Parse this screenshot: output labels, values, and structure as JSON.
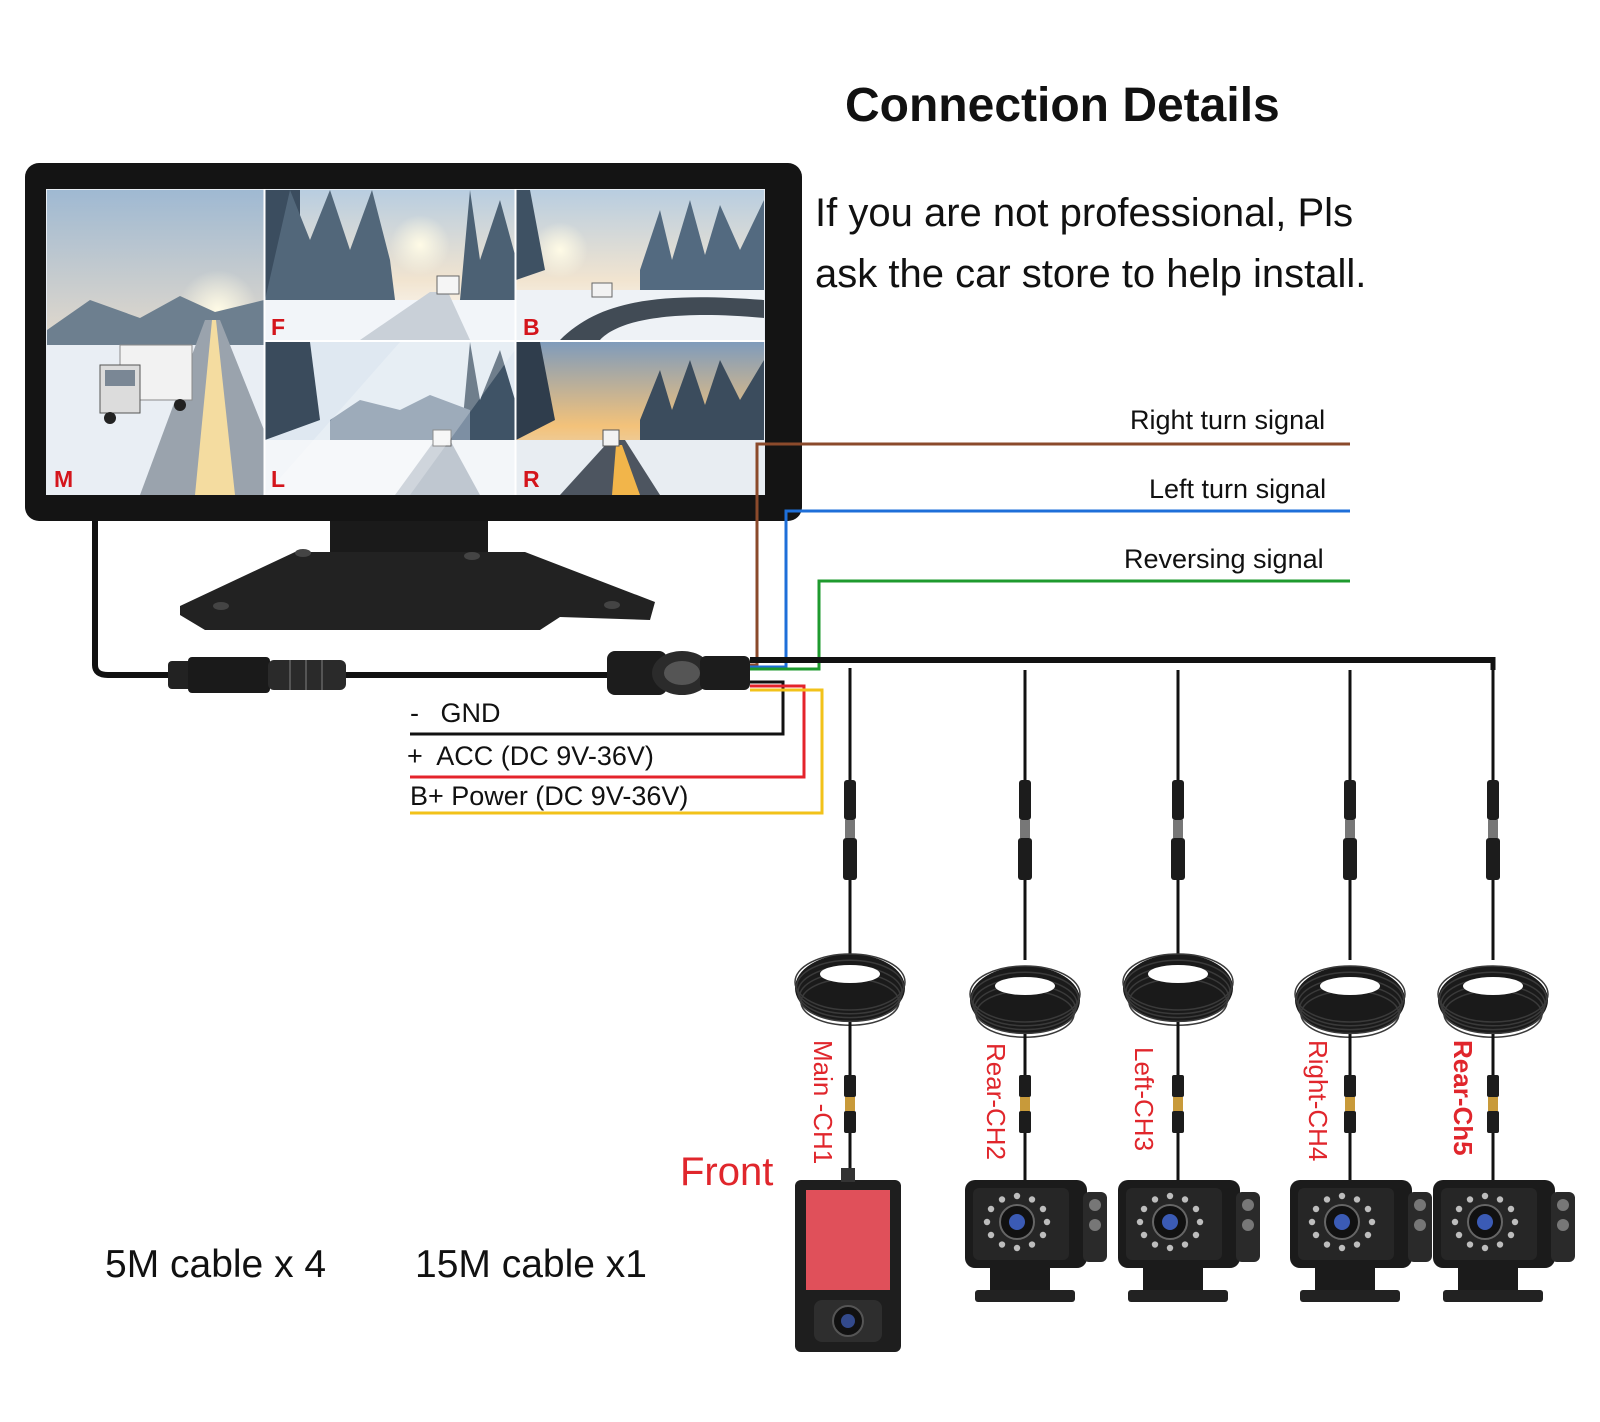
{
  "title": "Connection Details",
  "note": [
    "If you are not professional, Pls",
    "ask the car store to help install."
  ],
  "monitor": {
    "views": [
      {
        "letter": "M"
      },
      {
        "letter": "F"
      },
      {
        "letter": "B"
      },
      {
        "letter": "L"
      },
      {
        "letter": "R"
      }
    ]
  },
  "signals": {
    "right": {
      "label": "Right turn signal",
      "color": "#8b4a2b"
    },
    "left": {
      "label": "Left turn signal",
      "color": "#1e6fd9"
    },
    "reverse": {
      "label": "Reversing signal",
      "color": "#1e9a2e"
    }
  },
  "power": {
    "gnd": {
      "symbol": "-",
      "label": "GND",
      "color": "#111111"
    },
    "acc": {
      "symbol": "+",
      "label": "ACC (DC 9V-36V)",
      "color": "#e4232b"
    },
    "bplus": {
      "label": "B+ Power (DC 9V-36V)",
      "color": "#f2c21a"
    }
  },
  "channels": [
    {
      "label": "Main -CH1"
    },
    {
      "label": "Rear-CH2"
    },
    {
      "label": "Left-CH3"
    },
    {
      "label": "Right-CH4"
    },
    {
      "label": "Rear-Ch5"
    }
  ],
  "front_label": "Front",
  "cables": [
    "5M cable x 4",
    "15M cable x1"
  ]
}
